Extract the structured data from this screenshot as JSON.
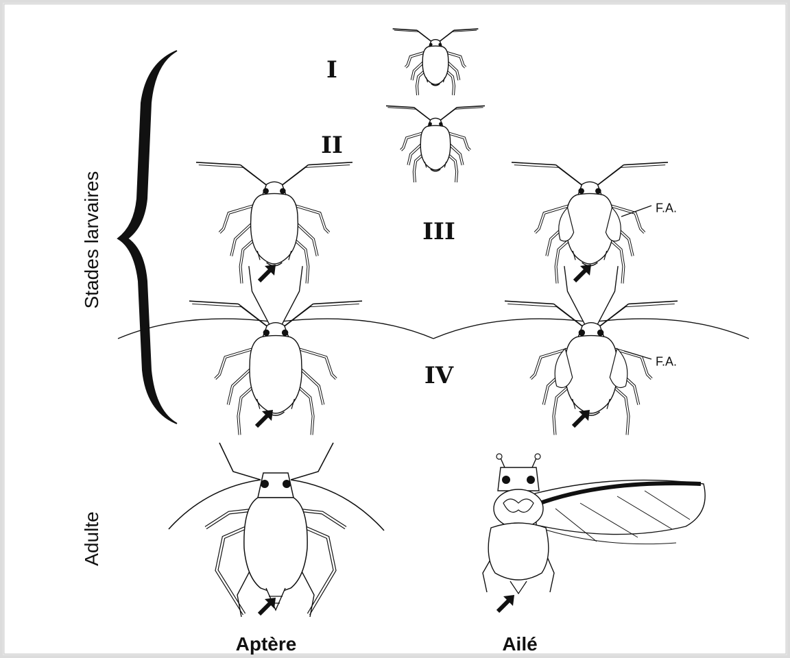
{
  "labels": {
    "stages": [
      "I",
      "II",
      "III",
      "IV"
    ],
    "group_larval": "Stades larvaires",
    "group_adult": "Adulte",
    "col_apterous": "Aptère",
    "col_winged": "Ailé",
    "wing_bud_abbrev": "F.A."
  },
  "colors": {
    "ink": "#111111",
    "paper": "#ffffff",
    "frame": "#d6d6d6"
  },
  "figures": [
    {
      "name": "larva-stage-1",
      "stage": "I",
      "form": "apterous"
    },
    {
      "name": "larva-stage-2",
      "stage": "II",
      "form": "apterous"
    },
    {
      "name": "larva-stage-3-apterous",
      "stage": "III",
      "form": "apterous",
      "cauda_arrow": true
    },
    {
      "name": "larva-stage-3-winged",
      "stage": "III",
      "form": "winged",
      "wing_buds": true,
      "cauda_arrow": true
    },
    {
      "name": "larva-stage-4-apterous",
      "stage": "IV",
      "form": "apterous",
      "cauda_arrow": true
    },
    {
      "name": "larva-stage-4-winged",
      "stage": "IV",
      "form": "winged",
      "wing_buds": true,
      "cauda_arrow": true
    },
    {
      "name": "adult-apterous",
      "stage": "Adulte",
      "form": "apterous",
      "cauda_arrow": true
    },
    {
      "name": "adult-winged",
      "stage": "Adulte",
      "form": "winged",
      "wing": true,
      "cauda_arrow": true
    }
  ]
}
